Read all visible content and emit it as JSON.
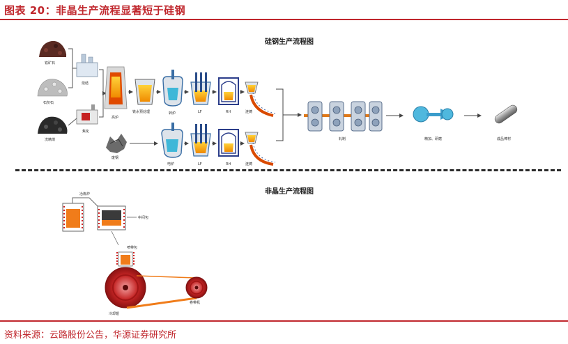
{
  "heading": "图表 20：非晶生产流程显著短于硅钢",
  "source": "资料来源：云路股份公告，华源证券研究所",
  "silicon_section": {
    "title": "硅钢生产流程图",
    "labels": {
      "iron_ore": "铁矿石",
      "limestone": "石灰石",
      "coal": "洗精煤",
      "sintering": "烧结",
      "coking": "焦化",
      "blast_furnace": "高炉",
      "molten_iron_pretreatment": "铁水预处理",
      "converter": "转炉",
      "lf": "LF",
      "rh": "RH",
      "casting_top": "连铸",
      "scrap": "废钢",
      "electric_furnace": "电炉",
      "lf_bottom": "LF",
      "rh_bottom": "RH",
      "casting_bottom": "连铸",
      "rolling": "轧制",
      "finishing": "精加、研磨",
      "product": "成品棒材"
    }
  },
  "amorphous_section": {
    "title": "非晶生产流程图",
    "labels": {
      "smelting_furnace": "冶炼炉",
      "holding_furnace": "中间包",
      "nozzle_bag": "喷带包",
      "cooling_roll": "冷却辊",
      "winding_roll": "卷带机"
    }
  }
}
